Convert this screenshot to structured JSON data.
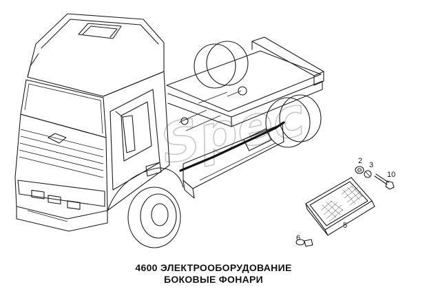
{
  "watermark": "Spec",
  "callouts": [
    {
      "id": "2",
      "label": "2"
    },
    {
      "id": "3",
      "label": "3"
    },
    {
      "id": "10",
      "label": "10"
    },
    {
      "id": "5",
      "label": "5"
    },
    {
      "id": "6",
      "label": "6"
    }
  ],
  "caption": {
    "line1": "4600  ЭЛЕКТРООБОРУДОВАНИЕ",
    "line2": "БОКОВЫЕ ФОНАРИ"
  }
}
